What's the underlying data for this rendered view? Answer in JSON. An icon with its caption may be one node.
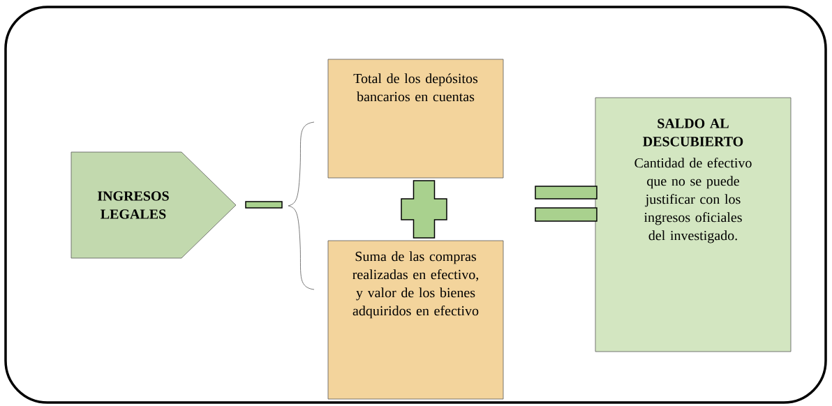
{
  "diagram": {
    "nodes": [
      {
        "text": [
          "INGRESOS LEGALES"
        ]
      },
      {
        "text": [],
        "shape": "minus"
      },
      {
        "text": [
          "Total de los depósitos bancarios en cuentas"
        ]
      },
      {
        "text": [],
        "shape": "plus"
      },
      {
        "text": [
          "Suma de las compras realizadas en efectivo, y valor de los bienes adquiridos en efectivo"
        ]
      },
      {
        "text": [],
        "shape": "equals"
      },
      {
        "text": [
          "SALDO AL DESCUBIERTO",
          "Cantidad de efectivo que no se puede justificar con los ingresos oficiales del investigado."
        ]
      }
    ]
  }
}
